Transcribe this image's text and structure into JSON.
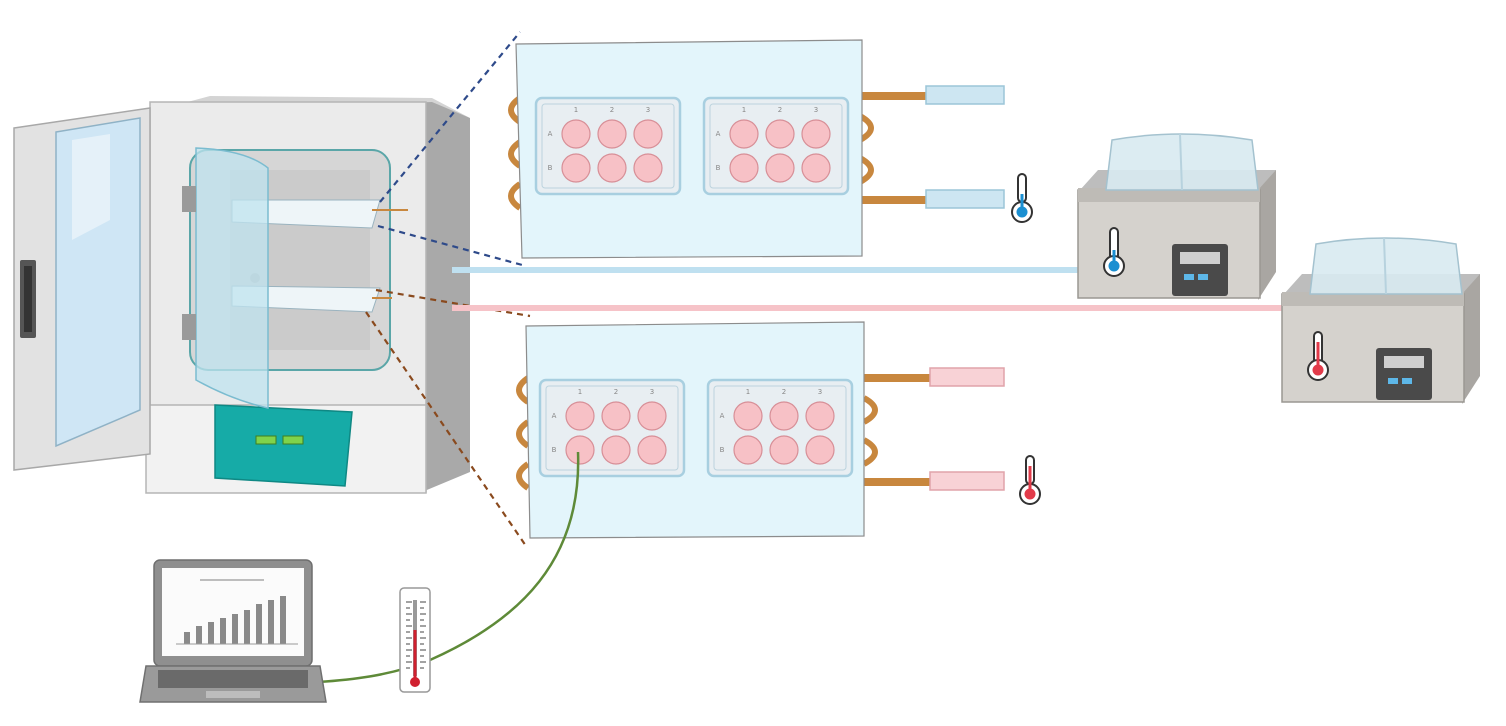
{
  "colors": {
    "incubator_body": "#e6e6e6",
    "incubator_side": "#a9a9a9",
    "door_glass": "#cfe6f5",
    "inner_glass": "#bfe3ef",
    "control_panel": "#16aba7",
    "panel_fill": "#e3f5fb",
    "panel_stroke": "#8c8c8c",
    "plate_fill": "#e8eef2",
    "well_fill": "#f7c1c6",
    "well_stroke": "#d78f97",
    "copper": "#c8873e",
    "cold_line": "#bfe0f0",
    "hot_line": "#f6c3c8",
    "cold_bulb": "#1b8fd1",
    "hot_bulb": "#e23b4a",
    "leader_blue": "#2e4a8a",
    "leader_brown": "#8a4a1e",
    "probe_wire": "#5e8a38",
    "bath_body": "#d5d2cd",
    "bath_lid": "#d8eaf1"
  },
  "plate": {
    "column_labels": [
      "1",
      "2",
      "3"
    ],
    "row_labels": [
      "A",
      "B"
    ]
  },
  "icons": {
    "cold_thermometer": "thermometer-cold-icon",
    "hot_thermometer": "thermometer-hot-icon",
    "laptop": "laptop-icon",
    "probe_thermometer": "probe-thermometer-icon"
  }
}
